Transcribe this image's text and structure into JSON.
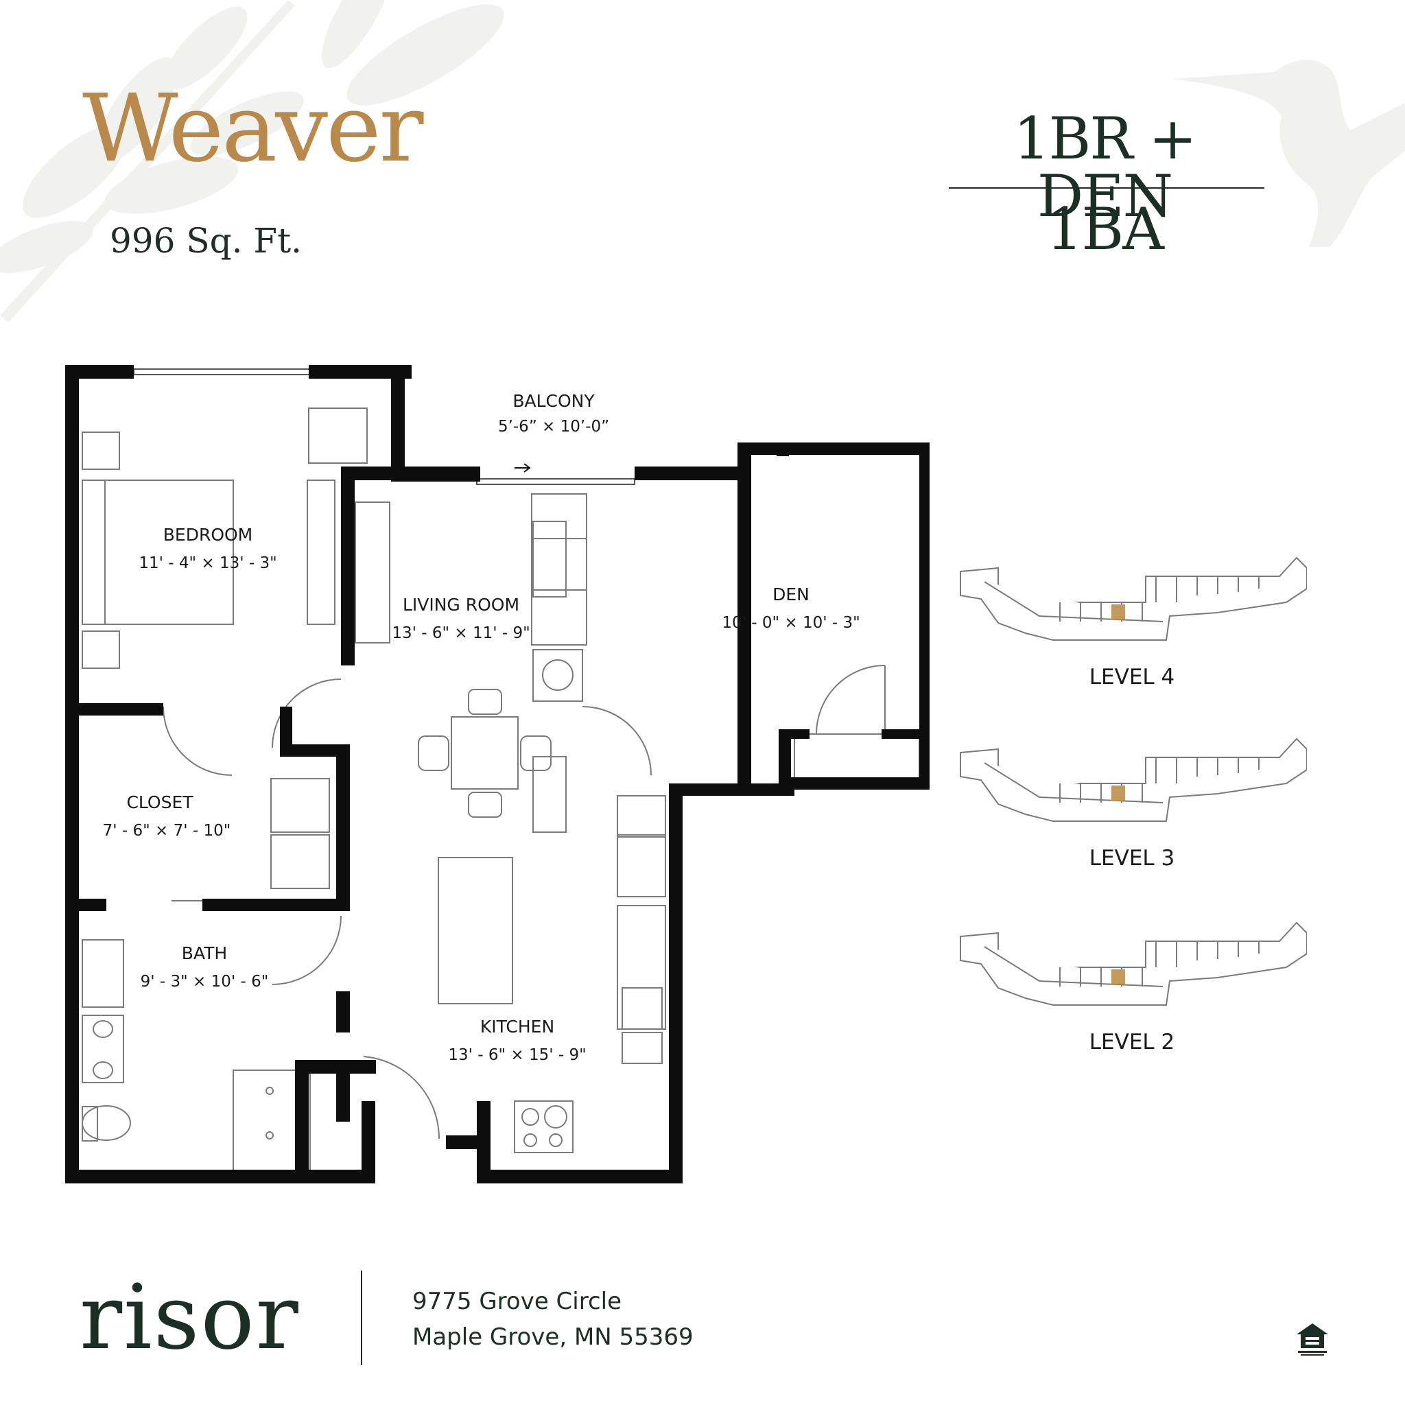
{
  "header": {
    "plan_name": "Weaver",
    "area": "996 Sq. Ft.",
    "bedrooms": "1BR + DEN",
    "bathrooms": "1BA"
  },
  "rooms": [
    {
      "name": "BALCONY",
      "dims": "5’-6” × 10’-0”"
    },
    {
      "name": "BEDROOM",
      "dims": "11' - 4\" × 13' - 3\""
    },
    {
      "name": "LIVING ROOM",
      "dims": "13' - 6\" × 11' - 9\""
    },
    {
      "name": "DEN",
      "dims": "10' - 0\" × 10' - 3\""
    },
    {
      "name": "CLOSET",
      "dims": "7' - 6\" × 7' - 10\""
    },
    {
      "name": "BATH",
      "dims": "9' - 3\" × 10' - 6\""
    },
    {
      "name": "KITCHEN",
      "dims": "13' - 6\" × 15' - 9\""
    }
  ],
  "levels": [
    {
      "label": "LEVEL 4"
    },
    {
      "label": "LEVEL 3"
    },
    {
      "label": "LEVEL 2"
    }
  ],
  "footer": {
    "brand": "risor",
    "address_line1": "9775 Grove Circle",
    "address_line2": "Maple Grove, MN 55369"
  },
  "colors": {
    "gold": "#b8894a",
    "dark_green": "#1c2f24",
    "wall": "#0d0d0d",
    "highlight_unit": "#c39a5a",
    "decor": "#f1f1ee"
  }
}
